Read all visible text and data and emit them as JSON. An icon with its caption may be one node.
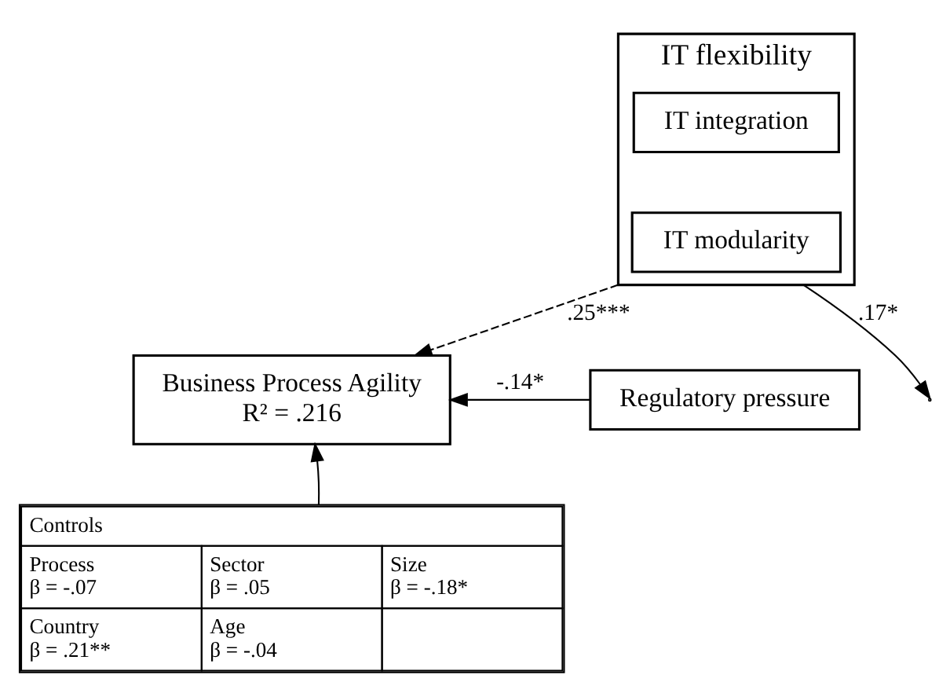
{
  "diagram": {
    "nodes": [
      {
        "text": [
          "IT flexibility"
        ]
      },
      {
        "text": [
          "IT integration"
        ],
        "in": 0
      },
      {
        "text": [
          "IT modularity"
        ],
        "in": 0
      },
      {
        "text": [
          "Regulatory pressure"
        ]
      },
      {
        "text": [
          "Business Process Agility",
          "R² = .216"
        ]
      },
      {
        "text": [
          "Controls",
          "Process β = -.07",
          "Sector β = .05",
          "Size β = -.18*",
          "Country β = .21**",
          "Age β = -.04"
        ]
      }
    ],
    "edges": [
      {
        "from": 3,
        "to": 4,
        "arrow": "to",
        "label": "-.14*"
      },
      {
        "from": 0,
        "to": null,
        "arrow": "to",
        "label": ".17*"
      },
      {
        "from": 0,
        "to": 4,
        "arrow": "to",
        "label": ".25***",
        "style": "dashed"
      },
      {
        "from": 5,
        "to": 4,
        "arrow": "to"
      }
    ]
  }
}
